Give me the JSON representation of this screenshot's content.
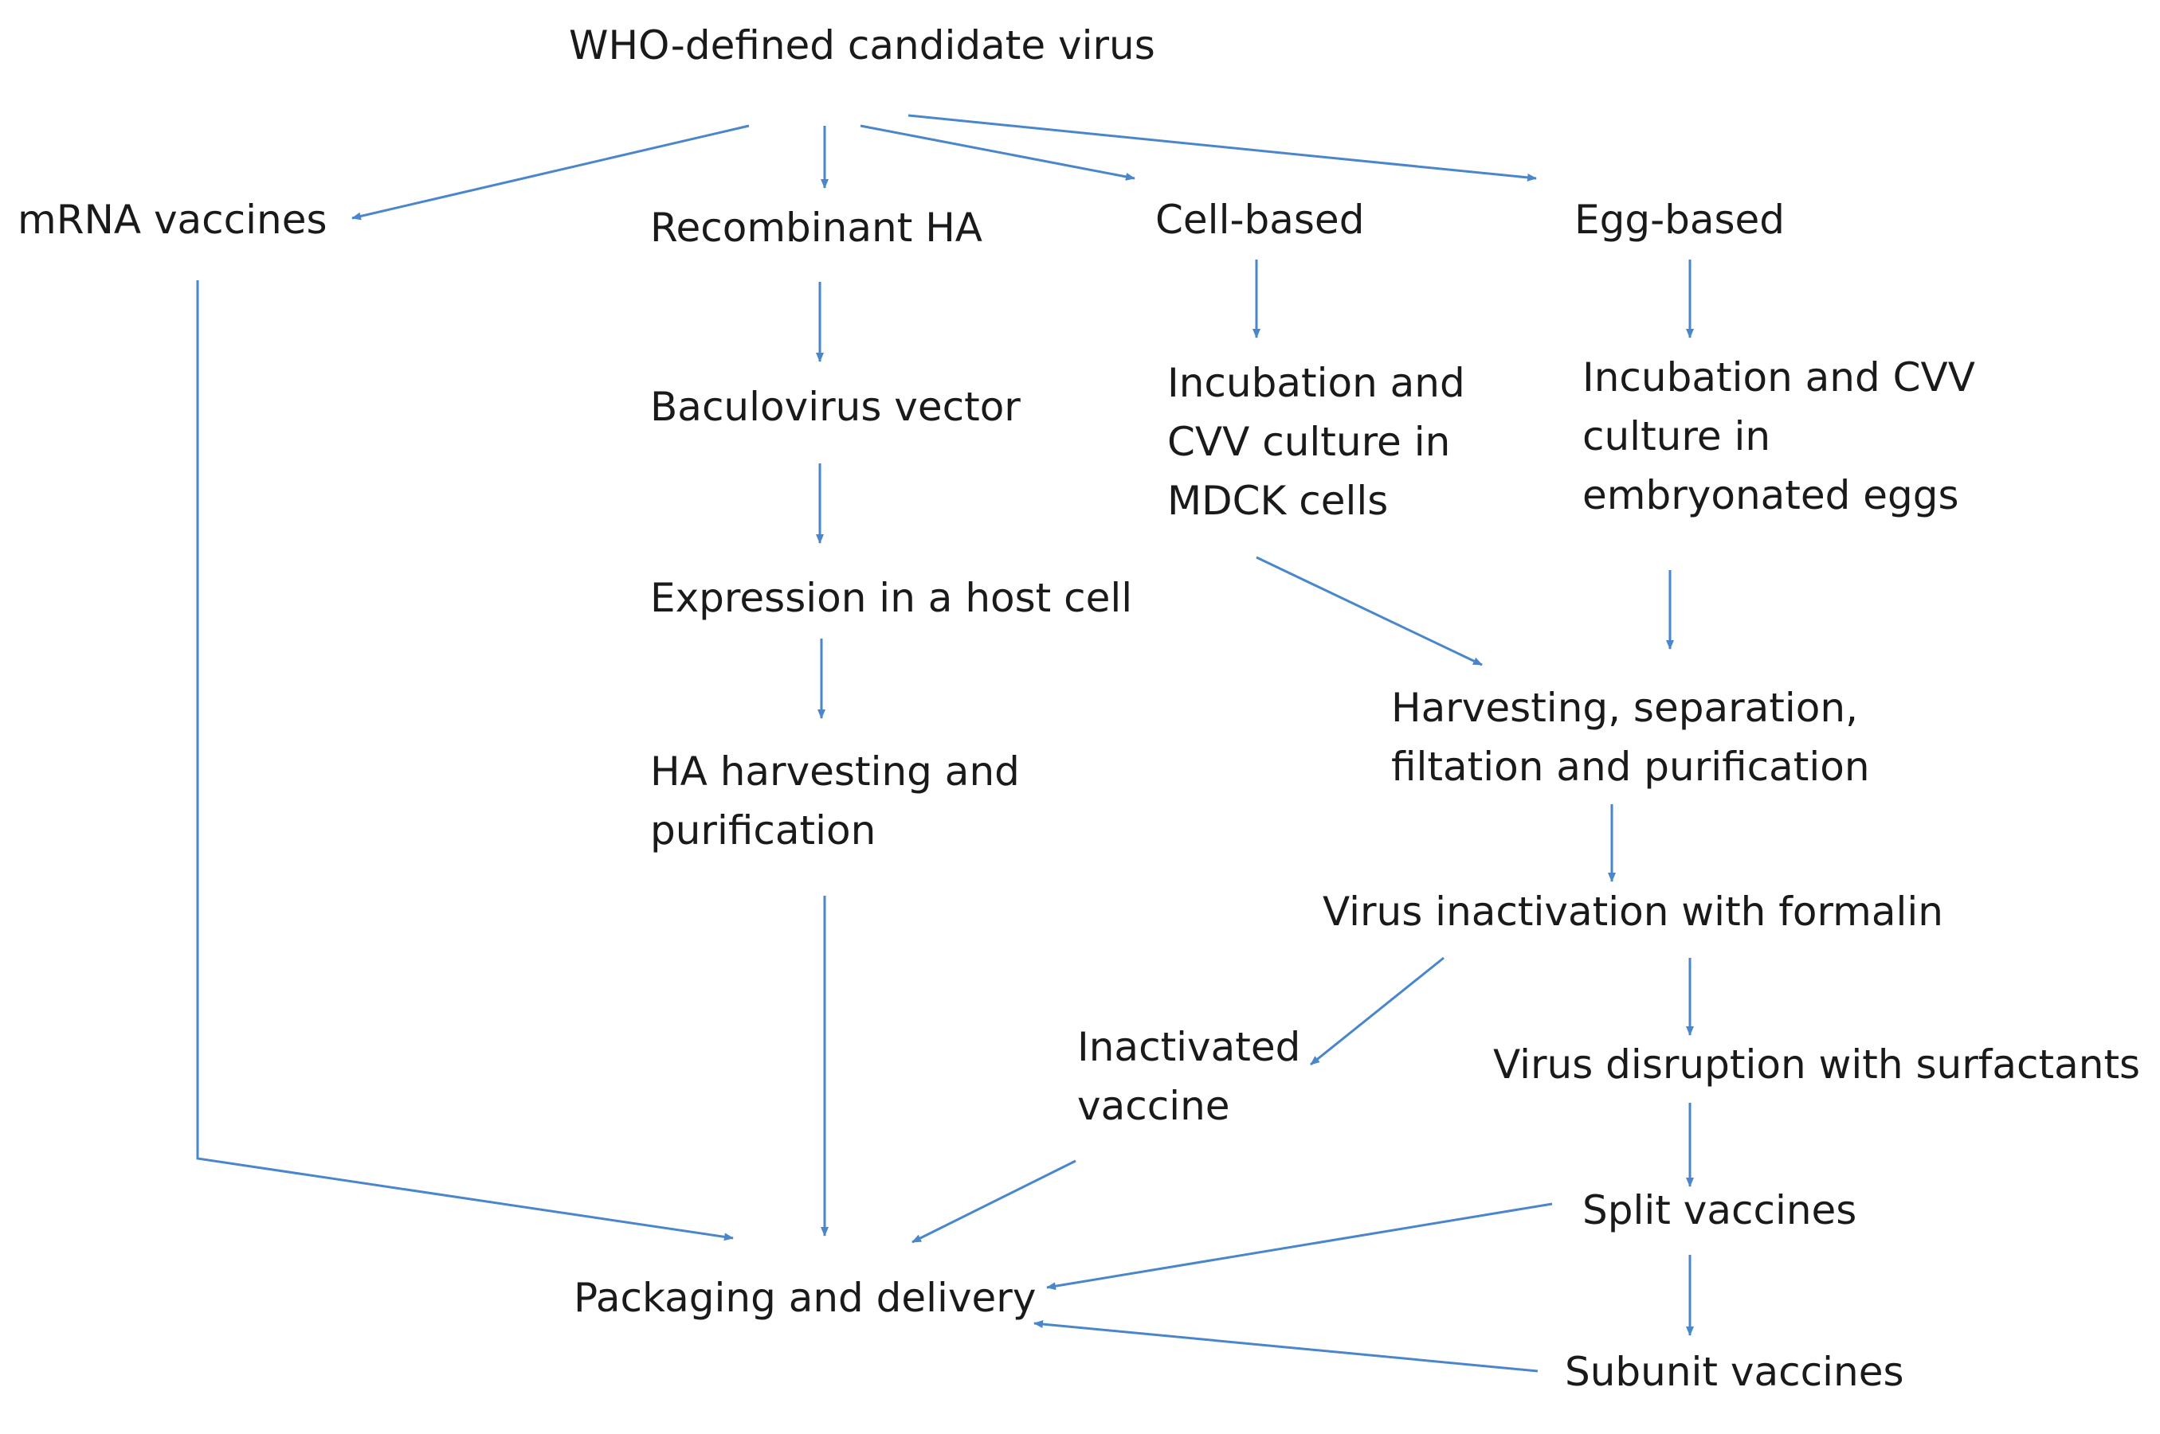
{
  "accent_color": "#4a86cc",
  "nodes": {
    "who": [
      "WHO-defined candidate virus"
    ],
    "mrna": [
      "mRNA vaccines"
    ],
    "recombinant": [
      "Recombinant HA"
    ],
    "cell_based": [
      "Cell-based"
    ],
    "egg_based": [
      "Egg-based"
    ],
    "baculovirus": [
      "Baculovirus vector"
    ],
    "incubation_mdck": [
      "Incubation and",
      "CVV culture in",
      "MDCK cells"
    ],
    "incubation_eggs": [
      "Incubation and CVV",
      "culture in",
      "embryonated eggs"
    ],
    "expression": [
      "Expression in a host cell"
    ],
    "harvesting": [
      "Harvesting, separation,",
      "filtation and purification"
    ],
    "ha_harvesting": [
      "HA harvesting and",
      "purification"
    ],
    "inactivation": [
      "Virus inactivation with formalin"
    ],
    "inactivated": [
      "Inactivated",
      "vaccine"
    ],
    "disruption": [
      "Virus disruption with surfactants"
    ],
    "split": [
      "Split vaccines"
    ],
    "packaging": [
      "Packaging and delivery"
    ],
    "subunit": [
      "Subunit vaccines"
    ]
  }
}
